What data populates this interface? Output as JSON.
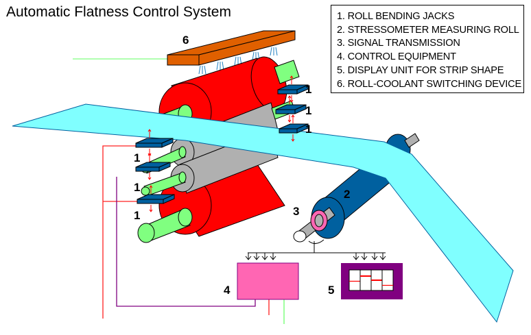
{
  "title": "Automatic Flatness Control System",
  "legend": [
    "1. ROLL BENDING JACKS",
    "2. STRESSOMETER MEASURING ROLL",
    "3. SIGNAL TRANSMISSION",
    "4. CONTROL EQUIPMENT",
    "5. DISPLAY UNIT FOR STRIP SHAPE",
    "6. ROLL-COOLANT SWITCHING DEVICE"
  ],
  "labels": {
    "jack": "1",
    "stressometer": "2",
    "signal": "3",
    "control": "4",
    "display": "5",
    "coolant": "6"
  },
  "colors": {
    "backup_roll": "#ff0000",
    "roll_neck": "#80ff80",
    "work_roll": "#b0b0b0",
    "strip": "#80ffff",
    "jack": "#00609f",
    "coolant_header": "#e06000",
    "control_unit": "#ff66b3",
    "display_unit": "#800080",
    "signal_ring": "#ff66b3",
    "stressometer": "#00609f"
  },
  "display_unit": {
    "segments": 4,
    "bar_levels": [
      0.55,
      0.3,
      0.5,
      0.75
    ]
  }
}
